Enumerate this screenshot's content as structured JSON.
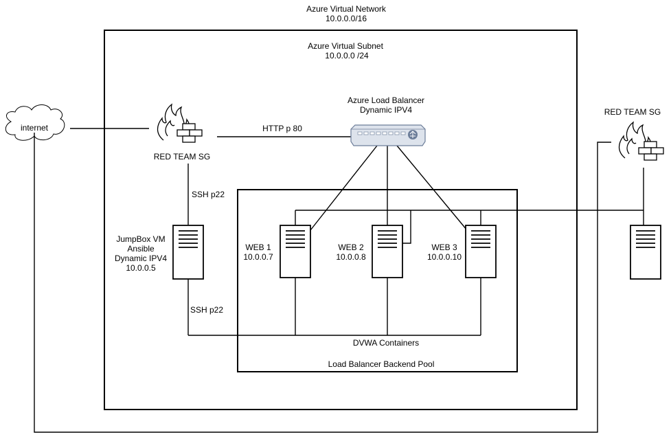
{
  "vnet": {
    "title": "Azure Virtual Network",
    "cidr": "10.0.0.0/16"
  },
  "subnet": {
    "title": "Azure Virtual Subnet",
    "cidr": "10.0.0.0 /24"
  },
  "internet": {
    "label": "internet"
  },
  "sg_left": {
    "label": "RED TEAM SG"
  },
  "sg_right": {
    "label": "RED TEAM SG"
  },
  "http_link": {
    "label": "HTTP p 80"
  },
  "load_balancer": {
    "line1": "Azure Load Balancer",
    "line2": "Dynamic IPV4"
  },
  "ssh_top": {
    "label": "SSH p22"
  },
  "ssh_bottom": {
    "label": "SSH p22"
  },
  "jumpbox": {
    "line1": "JumpBox VM",
    "line2": "Ansible",
    "line3": "Dynamic IPV4",
    "line4": "10.0.0.5"
  },
  "web1": {
    "name": "WEB 1",
    "ip": "10.0.0.7"
  },
  "web2": {
    "name": "WEB 2",
    "ip": "10.0.0.8"
  },
  "web3": {
    "name": "WEB 3",
    "ip": "10.0.0.10"
  },
  "dvwa": {
    "label": "DVWA Containers"
  },
  "backend_pool": {
    "label": "Load Balancer Backend Pool"
  },
  "colors": {
    "line": "#000000",
    "lb_fill": "#dde3ec",
    "lb_stroke": "#6c7d99",
    "icon_stroke": "#000000"
  },
  "icons": {
    "firewall": "firewall-icon",
    "server": "server-icon",
    "cloud": "cloud-icon",
    "load_balancer": "load-balancer-icon"
  }
}
